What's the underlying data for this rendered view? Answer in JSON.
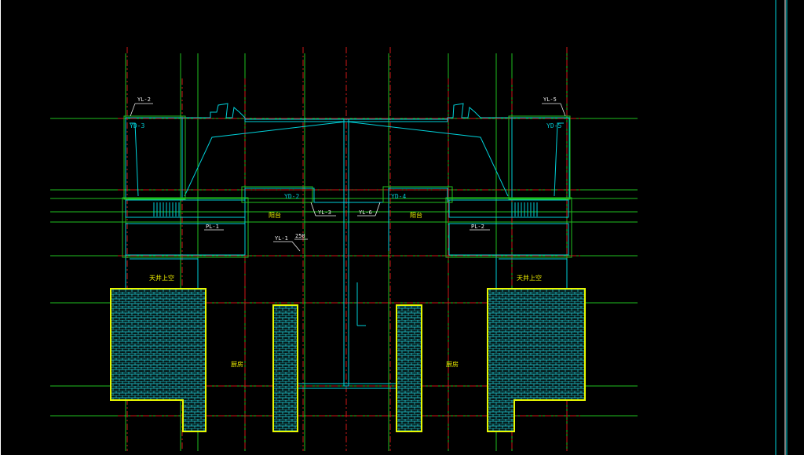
{
  "drawing": {
    "background_color": "#000000",
    "grid_colors": {
      "green": "#20c020",
      "red": "#d01818",
      "cyan": "#00d0d8",
      "yellow": "#e8e800",
      "white": "#ffffff"
    },
    "labels": {
      "yl2": "YL-2",
      "yl5": "YL-5",
      "yd3": "YD-3",
      "yd5": "YD-5",
      "yd2": "YD-2",
      "yd4": "YD-4",
      "yl3": "YL-3",
      "yl6": "YL-6",
      "yl1": "YL-1",
      "pl1": "PL-1",
      "pl2": "PL-2",
      "dim250": "250",
      "balcony_left": "阳台",
      "balcony_right": "阳台",
      "void_left": "天井上空",
      "void_right": "天井上空",
      "kitchen_left": "厨房",
      "kitchen_right": "厨房"
    }
  }
}
